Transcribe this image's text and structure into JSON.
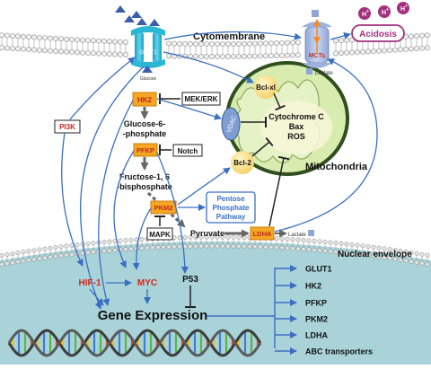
{
  "labels": {
    "cytomembrane": "Cytomembrane",
    "glut1": "GLUT1",
    "glucose": "Glucose",
    "mcts": "MCTs",
    "acidosis": "Acidosis",
    "lactate_top": "Lactate",
    "hk2": "HK2",
    "mek_erk": "MEK/ERK",
    "pi3k": "PI3K",
    "g6p_line1": "Glucose-6-",
    "g6p_line2": "-phosphate",
    "pfkp": "PFKP",
    "notch": "Notch",
    "f16bp_line1": "Fructose-1, 6",
    "f16bp_line2": "-bisphosphate",
    "pkm2": "PKM2",
    "mapk": "MAPK",
    "pentose_line1": "Pentose",
    "pentose_line2": "Phosphate",
    "pentose_line3": "Pathway",
    "pyruvate": "Pyruvate",
    "ldha": "LDHA",
    "lactate_mid": "Lactate",
    "mitochondria": "Mitochondria",
    "bcl_xl": "Bcl-xl",
    "bcl_2": "Bcl-2",
    "vdac": "VDAC",
    "cyto_line1": "Cytochrome C",
    "cyto_line2": "Bax",
    "cyto_line3": "ROS",
    "nuclear_envelope": "Nuclear envelope",
    "hif1": "HIF-1",
    "myc": "MYC",
    "p53": "P53",
    "gene_expression": "Gene Expression",
    "proton": "H",
    "proton_sup": "+"
  },
  "targets": [
    "GLUT1",
    "HK2",
    "PFKP",
    "PKM2",
    "LDHA",
    "ABC transporters"
  ],
  "colors": {
    "arrow_blue": "#3a6fc4",
    "box_orange": "#f5a623",
    "red_text": "#d0271d",
    "nucleus": "#a9d3d8",
    "mito_fill": "#d9ecb0",
    "mito_border": "#2f4f1f",
    "glut_cyan": "#2ab7d6",
    "purple": "#a4317f"
  }
}
